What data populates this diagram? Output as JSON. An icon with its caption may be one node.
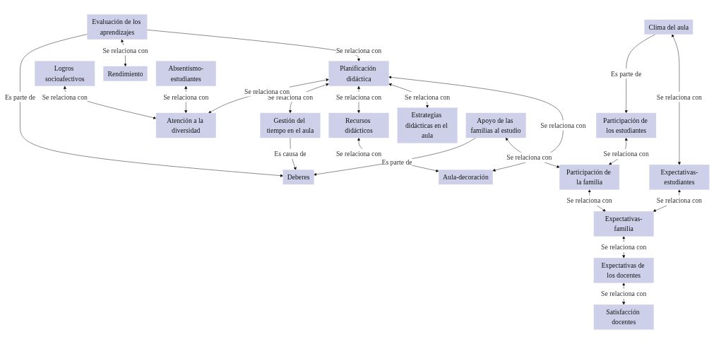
{
  "diagram": {
    "nodes": [
      {
        "text": [
          "Planificación didáctica"
        ]
      },
      {
        "text": [
          "Aula-decoración"
        ]
      },
      {
        "text": [
          "Clima del aula"
        ]
      },
      {
        "text": [
          "Recursos didácticos"
        ]
      },
      {
        "text": [
          "Satisfacción docentes"
        ]
      },
      {
        "text": [
          "Estrategias didácticas en el aula"
        ]
      },
      {
        "text": [
          "Expectativas-estudiantes"
        ]
      },
      {
        "text": [
          "Expectativas de los docentes"
        ]
      },
      {
        "text": [
          "Evaluación de los aprendizajes"
        ]
      },
      {
        "text": [
          "Logros socioafectivos"
        ]
      },
      {
        "text": [
          "Atención a la diversidad"
        ]
      },
      {
        "text": [
          "Gestión del tiempo en el aula"
        ]
      },
      {
        "text": [
          "Rendimiento"
        ]
      },
      {
        "text": [
          "Expectativas-familia"
        ]
      },
      {
        "text": [
          "Absentismo-estudiantes"
        ]
      },
      {
        "text": [
          "Participación de los estudiantes"
        ]
      },
      {
        "text": [
          "Participación de la familia"
        ]
      },
      {
        "text": [
          "Deberes"
        ]
      },
      {
        "text": [
          "Apoyo de las familias al estudio"
        ]
      }
    ],
    "edges": [
      {
        "from": 0,
        "to": 1,
        "arrow": "both",
        "label": "Se relaciona con"
      },
      {
        "from": 0,
        "to": 5,
        "arrow": "both",
        "label": "Se relaciona con"
      },
      {
        "from": 0,
        "to": 3,
        "arrow": "both",
        "label": "Se relaciona con"
      },
      {
        "from": 3,
        "to": 1,
        "arrow": "both",
        "label": "Se relaciona con"
      },
      {
        "from": 8,
        "to": 0,
        "arrow": "to",
        "label": "Se relaciona con"
      },
      {
        "from": 0,
        "to": 11,
        "arrow": "both",
        "label": "Se relaciona con"
      },
      {
        "from": 0,
        "to": 10,
        "arrow": "both",
        "label": "Se relaciona con"
      },
      {
        "from": 2,
        "to": 6,
        "arrow": "both",
        "label": "Se relaciona con"
      },
      {
        "from": 7,
        "to": 4,
        "arrow": "both",
        "label": "Se relaciona con"
      },
      {
        "from": 6,
        "to": 13,
        "arrow": "both",
        "label": "Se relaciona con"
      },
      {
        "from": 13,
        "to": 7,
        "arrow": "both",
        "label": "Se relaciona con"
      },
      {
        "from": 8,
        "to": 12,
        "arrow": "both",
        "label": "Se relaciona con"
      },
      {
        "from": 9,
        "to": 10,
        "arrow": "both",
        "label": "Se relaciona con"
      },
      {
        "from": 2,
        "to": 15,
        "arrow": "to",
        "label": "Es parte de"
      },
      {
        "from": 14,
        "to": 10,
        "arrow": "both",
        "label": "Se relaciona con"
      },
      {
        "from": 8,
        "to": 17,
        "arrow": "to",
        "label": "Es parte de"
      },
      {
        "from": 11,
        "to": 17,
        "arrow": "to",
        "label": "Es causa de"
      },
      {
        "from": 16,
        "to": 13,
        "arrow": "both",
        "label": "Se relaciona con"
      },
      {
        "from": 15,
        "to": 16,
        "arrow": "both",
        "label": "Se relaciona con"
      },
      {
        "from": 18,
        "to": 16,
        "arrow": "both",
        "label": "Se relaciona con"
      },
      {
        "from": 18,
        "to": 17,
        "arrow": "to",
        "label": "Es parte de"
      }
    ]
  }
}
